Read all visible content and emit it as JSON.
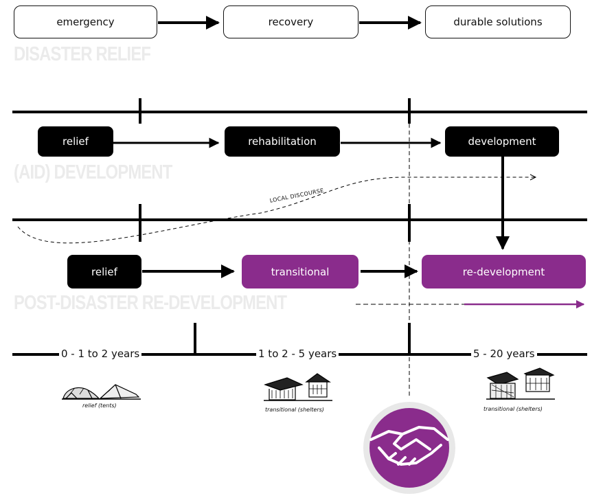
{
  "disaster_relief": {
    "label": "DISASTER RELIEF",
    "stages": [
      "emergency",
      "recovery",
      "durable solutions"
    ]
  },
  "aid_development": {
    "label": "(AID) DEVELOPMENT",
    "stages": [
      "relief",
      "rehabilitation",
      "development"
    ]
  },
  "local_discourse": "LOCAL DISCOURSE",
  "post_disaster": {
    "label": "POST-DISASTER RE-DEVELOPMENT",
    "stages": [
      "relief",
      "transitional",
      "re-development"
    ]
  },
  "timeline": {
    "periods": [
      "0 - 1 to 2 years",
      "1 to 2 - 5 years",
      "5 - 20 years"
    ]
  },
  "captions": [
    "relief (tents)",
    "transitional (shelters)",
    "transitional (shelters)"
  ],
  "colors": {
    "accent": "#8a2c8c",
    "dark": "#000000",
    "label_gray": "#ebebeb"
  },
  "icons": [
    "tents-icon",
    "shelters-icon",
    "shelters-icon",
    "handshake-icon"
  ]
}
